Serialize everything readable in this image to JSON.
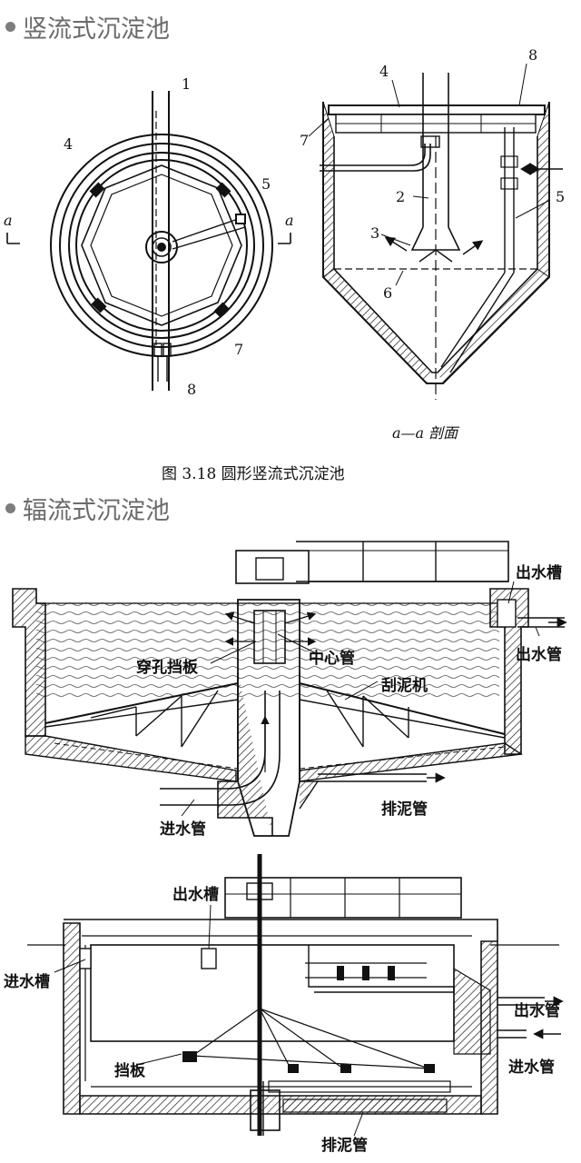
{
  "sections": [
    {
      "title": "竖流式沉淀池"
    },
    {
      "title": "辐流式沉淀池"
    }
  ],
  "figure1": {
    "caption": "图 3.18   圆形竖流式沉淀池",
    "section_label": "a—a 剖面",
    "section_marker": "a",
    "numbers": [
      "1",
      "2",
      "3",
      "4",
      "5",
      "6",
      "7",
      "8"
    ]
  },
  "figure2": {
    "labels": {
      "outlet_trough": "出水槽",
      "outlet_pipe": "出水管",
      "baffle": "穿孔挡板",
      "center_pipe": "中心管",
      "scraper": "刮泥机",
      "sludge_pipe": "排泥管",
      "inlet_pipe": "进水管"
    }
  },
  "figure3": {
    "labels": {
      "outlet_trough": "出水槽",
      "inlet_trough": "进水槽",
      "outlet_pipe": "出水管",
      "inlet_pipe": "进水管",
      "baffle": "挡板",
      "sludge_pipe": "排泥管"
    }
  }
}
